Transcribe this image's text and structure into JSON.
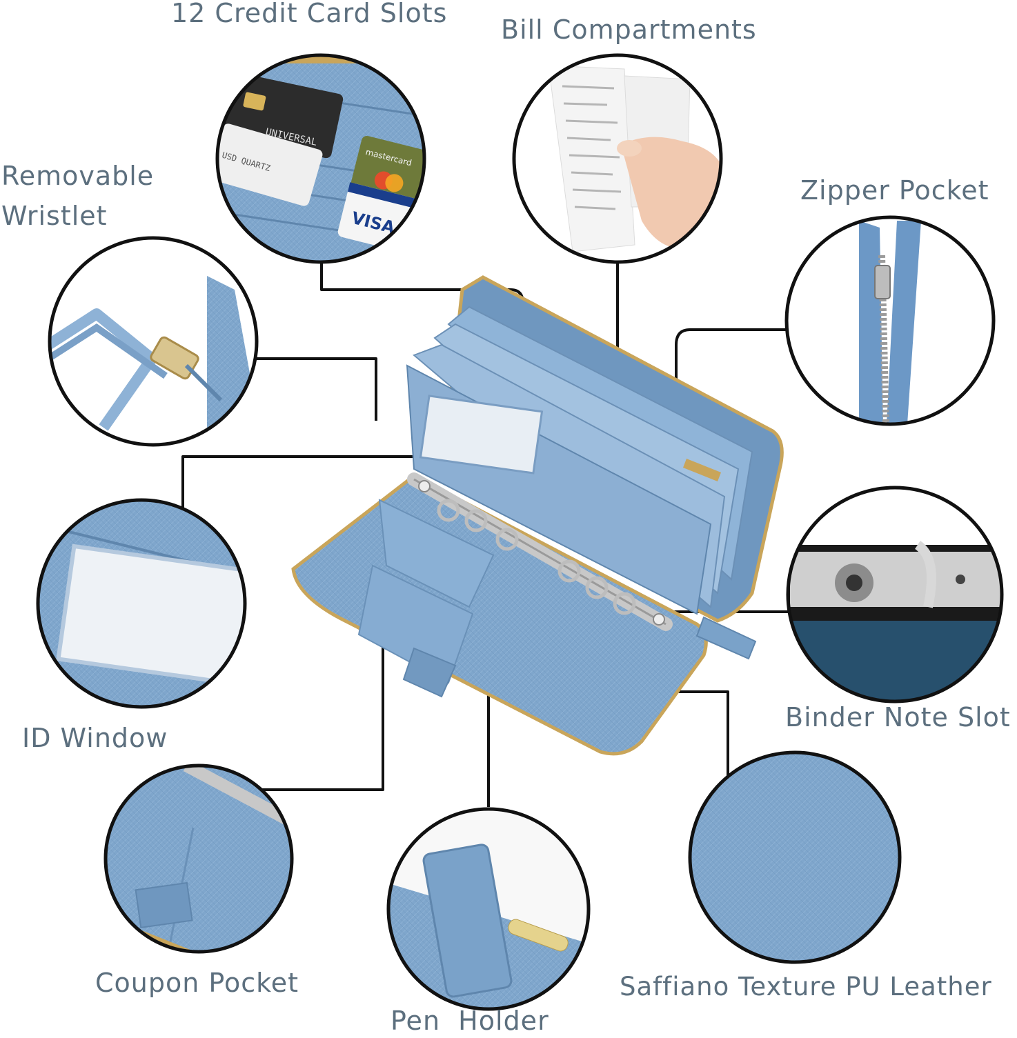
{
  "colors": {
    "leather": "#7fa6cc",
    "leather_dark": "#5f86ad",
    "leather_light": "#a9c5e1",
    "outline": "#111111",
    "label_text": "#5c6f7e",
    "gold": "#c9a55a",
    "silver": "#c8c8c8"
  },
  "labels": {
    "credit_card_slots": "12 Credit Card Slots",
    "bill_compartments": "Bill Compartments",
    "removable_wristlet_line1": "Removable",
    "removable_wristlet_line2": "Wristlet",
    "zipper_pocket": "Zipper Pocket",
    "id_window": "ID Window",
    "binder_note_slot": "Binder Note Slot",
    "coupon_pocket": "Coupon Pocket",
    "pen_holder": "Pen  Holder",
    "saffiano_texture": "Saffiano Texture PU Leather"
  },
  "photo_text": {
    "card_brand_universal": "UNIVERSAL",
    "card_brand_usd": "USD QUARTZ",
    "card_brand_mastercard": "mastercard",
    "card_brand_visa": "VISA"
  },
  "icons": {
    "wallet": "wallet-illustration",
    "receipt": "receipt-icon",
    "zipper": "zipper-icon",
    "binder_ring": "binder-ring-icon"
  }
}
